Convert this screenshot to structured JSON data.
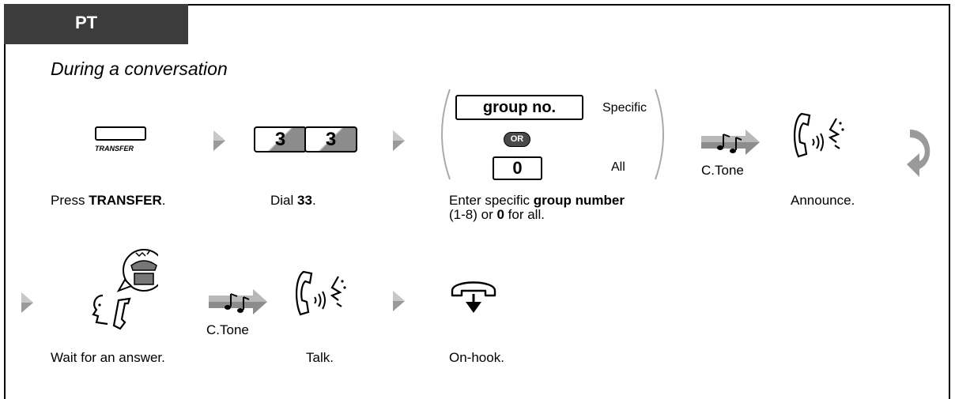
{
  "tab_label": "PT",
  "subtitle": "During a conversation",
  "row1": {
    "transfer_key": "TRANSFER",
    "transfer_caption_pre": "Press ",
    "transfer_caption_bold": "TRANSFER",
    "transfer_caption_post": ".",
    "digits": [
      "3",
      "3"
    ],
    "dial_caption_pre": "Dial ",
    "dial_caption_bold": "33",
    "dial_caption_post": ".",
    "group_key": "group no.",
    "specific_label": "Specific",
    "or_label": "OR",
    "zero_key": "0",
    "all_label": "All",
    "enter_caption_pre": "Enter specific ",
    "enter_caption_bold": "group number",
    "enter_caption_line2_pre": "(1-8) or ",
    "enter_caption_line2_bold": "0",
    "enter_caption_line2_post": " for all.",
    "ctone_label": "C.Tone",
    "announce_caption": "Announce."
  },
  "row2": {
    "wait_caption": "Wait for an answer.",
    "ctone_label": "C.Tone",
    "talk_caption": "Talk.",
    "onhook_caption": "On-hook."
  }
}
